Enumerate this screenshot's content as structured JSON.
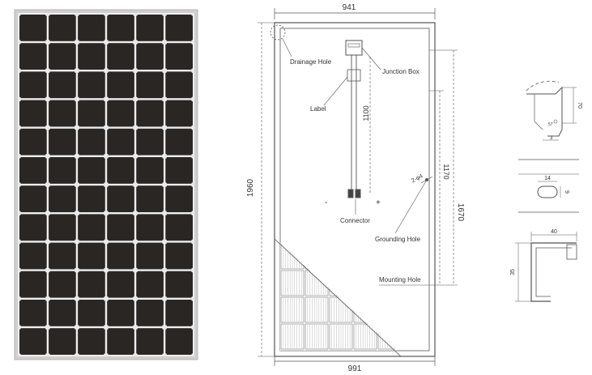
{
  "colors": {
    "panel_frame": "#c9c9c9",
    "cell": "#2a2624",
    "cell_gap": "#e9e9e9",
    "line": "#555555",
    "dim_line": "#7a7a7a",
    "text": "#333333"
  },
  "panel_photo": {
    "columns": 6,
    "rows": 12
  },
  "rear_view": {
    "dimensions": {
      "top_width": "941",
      "bottom_width": "991",
      "height_total": "1960",
      "cable_length": "1100",
      "mount_to_ground": "1170",
      "mount_span": "1670",
      "hole_size": "2-φ4"
    },
    "labels": {
      "drainage_hole": "Drainage Hole",
      "junction_box": "Junction Box",
      "label": "Label",
      "connector": "Connector",
      "grounding_hole": "Grounding Hole",
      "mounting_hole": "Mounting Hole",
      "minus": "-",
      "plus": "+"
    }
  },
  "detail_corner": {
    "dim_vertical": "70",
    "dim_small": "3",
    "dim_small2": "57"
  },
  "detail_hole": {
    "dim_width": "14",
    "dim_height": "9"
  },
  "detail_profile": {
    "dim_width": "40",
    "dim_height": "35"
  }
}
